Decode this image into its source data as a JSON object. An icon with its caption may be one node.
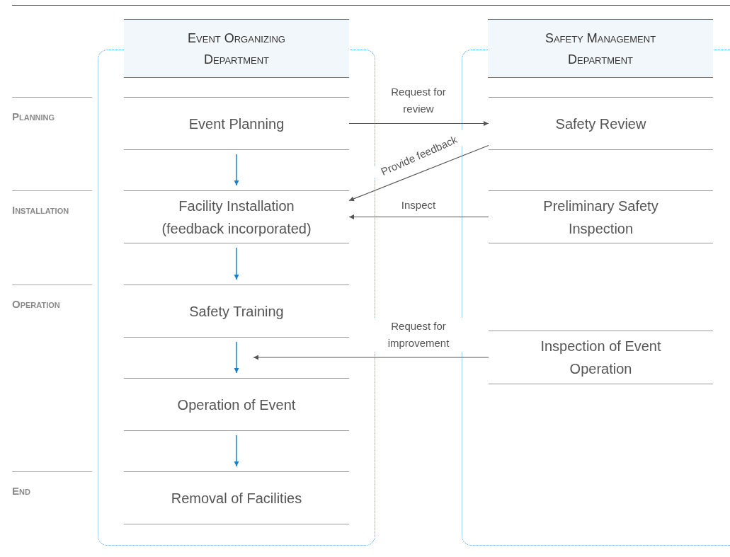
{
  "diagram": {
    "nodes": [
      {
        "text": [
          "Event Organizing Department"
        ]
      },
      {
        "text": [
          "Safety Management Department"
        ]
      },
      {
        "text": [
          "Event Planning"
        ],
        "in": 0
      },
      {
        "text": [
          "Facility Installation (feedback incorporated)"
        ],
        "in": 0
      },
      {
        "text": [
          "Safety Training"
        ],
        "in": 0
      },
      {
        "text": [
          "Operation of Event"
        ],
        "in": 0
      },
      {
        "text": [
          "Removal of Facilities"
        ],
        "in": 0
      },
      {
        "text": [
          "Safety Review"
        ],
        "in": 1
      },
      {
        "text": [
          "Preliminary Safety Inspection"
        ],
        "in": 1
      },
      {
        "text": [
          "Inspection of Event Operation"
        ],
        "in": 1
      }
    ],
    "edges": [
      {
        "from": 2,
        "to": 7,
        "arrow": "to",
        "label": "Request for review"
      },
      {
        "from": 7,
        "to": 3,
        "arrow": "to",
        "label": "Provide feedback"
      },
      {
        "from": 8,
        "to": 3,
        "arrow": "to",
        "label": "Inspect"
      },
      {
        "from": 9,
        "to": null,
        "arrow": "to",
        "label": "Request for improvement"
      },
      {
        "from": 2,
        "to": 3,
        "arrow": "to",
        "color": "#1a7fc9"
      },
      {
        "from": 3,
        "to": 4,
        "arrow": "to",
        "color": "#1a7fc9"
      },
      {
        "from": 4,
        "to": 5,
        "arrow": "to",
        "color": "#1a7fc9"
      },
      {
        "from": 5,
        "to": 6,
        "arrow": "to",
        "color": "#1a7fc9"
      }
    ],
    "labels": [
      "Planning",
      "Installation",
      "Operation",
      "End"
    ]
  }
}
